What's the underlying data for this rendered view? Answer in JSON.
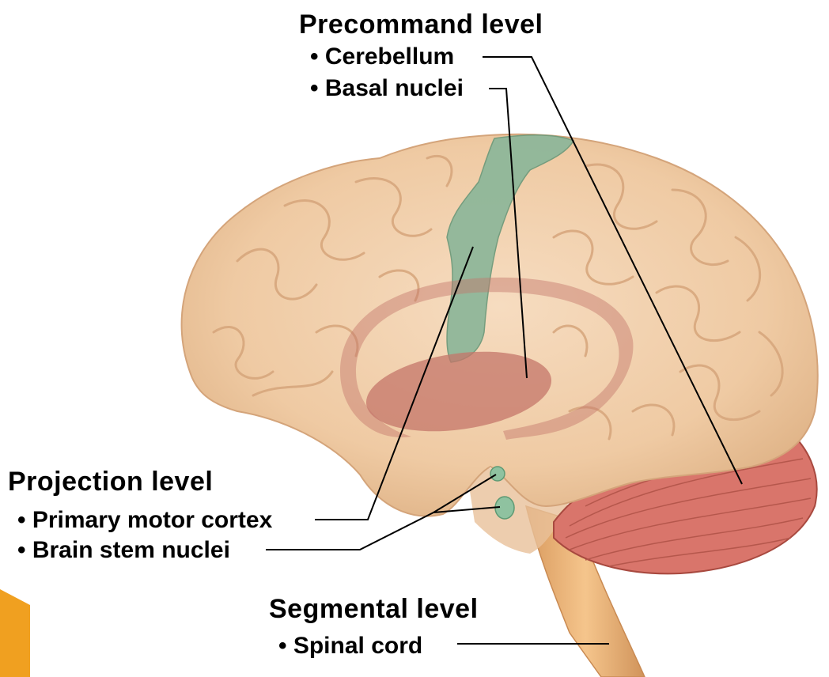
{
  "precommand": {
    "heading": "Precommand level",
    "items": [
      "• Cerebellum",
      "• Basal nuclei"
    ]
  },
  "projection": {
    "heading": "Projection level",
    "items": [
      "• Primary motor cortex",
      "• Brain stem nuclei"
    ]
  },
  "segmental": {
    "heading": "Segmental level",
    "items": [
      "• Spinal cord"
    ]
  },
  "colors": {
    "brain": "#f1cfaa",
    "cortex_highlight": "#8fb79a",
    "basal_nuclei": "#c4756a",
    "cerebellum": "#d9756b",
    "spinal_cord": "#e8b37a",
    "corner_accent": "#f0a020"
  }
}
